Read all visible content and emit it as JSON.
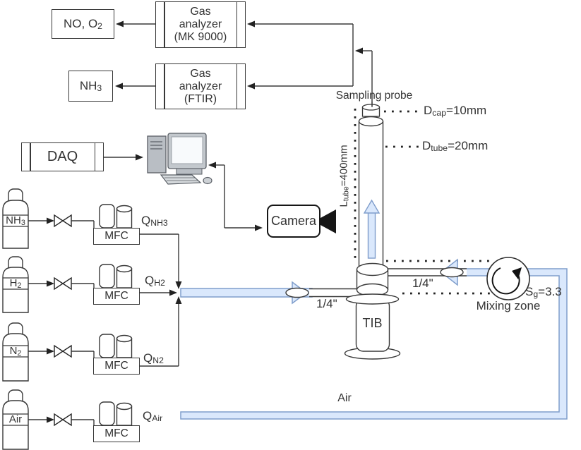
{
  "analyzer_section": {
    "no_o2_box": {
      "main": "NO, O",
      "sub": "2"
    },
    "mk9000_box": {
      "line1": "Gas",
      "line2": "analyzer",
      "line3": "(MK 9000)"
    },
    "nh3_box": {
      "main": "NH",
      "sub": "3"
    },
    "ftir_box": {
      "line1": "Gas",
      "line2": "analyzer",
      "line3": "(FTIR)"
    }
  },
  "daq_box": {
    "label": "DAQ"
  },
  "camera_box": {
    "label": "Camera"
  },
  "probe": {
    "label": "Sampling probe",
    "l_tube": {
      "main": "L",
      "sub": "tube",
      "rest": "=400mm"
    },
    "d_cap": {
      "main": "D",
      "sub": "cap",
      "rest": "=10mm"
    },
    "d_tube": {
      "main": "D",
      "sub": "tube",
      "rest": "=20mm"
    }
  },
  "burner": {
    "tib_label": "TIB",
    "mixing_zone_label": "Mixing zone",
    "swirl_number": {
      "main": "S",
      "sub": "g",
      "rest": "=3.3"
    },
    "fitting_left": "1/4\"",
    "fitting_right": "1/4\"",
    "air_label": "Air"
  },
  "supply_lines": [
    {
      "gas": {
        "main": "NH",
        "sub": "3"
      },
      "mfc_label": "MFC",
      "flow": {
        "main": "Q",
        "sub": "NH3"
      }
    },
    {
      "gas": {
        "main": "H",
        "sub": "2"
      },
      "mfc_label": "MFC",
      "flow": {
        "main": "Q",
        "sub": "H2"
      }
    },
    {
      "gas": {
        "main": "N",
        "sub": "2"
      },
      "mfc_label": "MFC",
      "flow": {
        "main": "Q",
        "sub": "N2"
      }
    },
    {
      "gas": {
        "main": "Air",
        "sub": ""
      },
      "mfc_label": "MFC",
      "flow": {
        "main": "Q",
        "sub": "Air"
      }
    }
  ],
  "colors": {
    "flow_fill": "#dae8fc",
    "flow_stroke": "#7f9dcb",
    "line": "#383838"
  }
}
